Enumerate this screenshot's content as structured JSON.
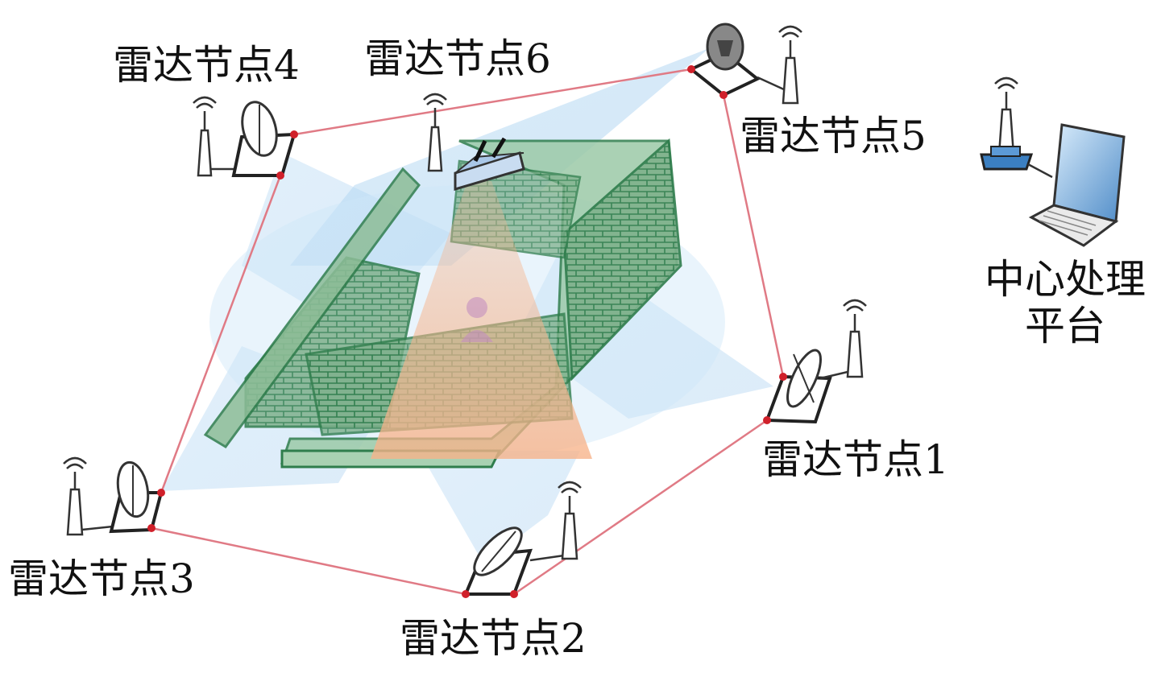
{
  "colors": {
    "link_line": "#e07a85",
    "node_dot": "#d0202a",
    "coverage_blue": "#bcdcf5",
    "coverage_orange": "#f7b38a",
    "building_green": "#2f7d4c",
    "building_fill": "#6fa77e",
    "device_outline": "#333333",
    "router_blue": "#3b7fc1"
  },
  "nodes": {
    "n1": {
      "label": "雷达节点1"
    },
    "n2": {
      "label": "雷达节点2"
    },
    "n3": {
      "label": "雷达节点3"
    },
    "n4": {
      "label": "雷达节点4"
    },
    "n5": {
      "label": "雷达节点5"
    },
    "n6": {
      "label": "雷达节点6"
    }
  },
  "platform": {
    "label_line1": "中心处理",
    "label_line2": "平台",
    "icons": [
      "router-icon",
      "laptop-icon"
    ]
  }
}
